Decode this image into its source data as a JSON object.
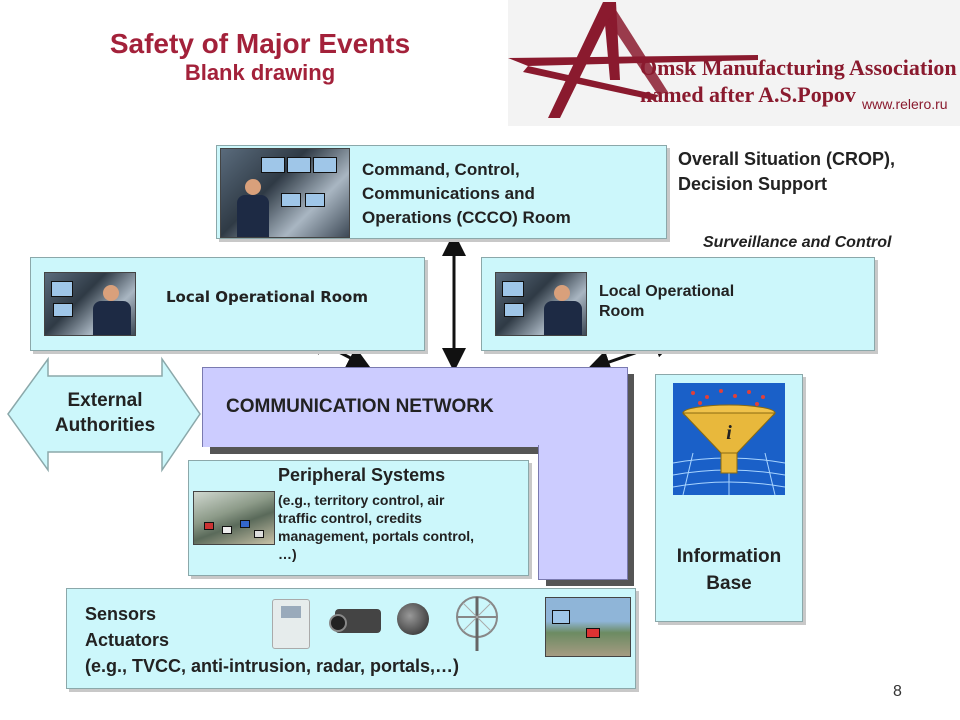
{
  "title": {
    "main": "Safety of Major Events",
    "sub": "Blank drawing"
  },
  "logo": {
    "line1": "Omsk Manufacturing Association",
    "line2": "named after A.S.Popov",
    "url": "www.relero.ru"
  },
  "ccco": {
    "label_lines": [
      "Command, Control,",
      "Communications and",
      "Operations (CCCO) Room"
    ]
  },
  "overall": {
    "line1": "Overall Situation (CROP),",
    "line2": "Decision Support"
  },
  "surveillance_label": "Surveillance and Control",
  "local_room_left": "Local Operational Room",
  "local_room_right": {
    "line1": "Local Operational",
    "line2": "Room"
  },
  "external": {
    "line1": "External",
    "line2": "Authorities"
  },
  "network_label": "COMMUNICATION NETWORK",
  "peripheral": {
    "title": "Peripheral Systems",
    "lines": [
      "(e.g., territory control, air",
      "traffic control, credits",
      "management, portals control,",
      "…)"
    ]
  },
  "information_base": {
    "line1": "Information",
    "line2": "Base"
  },
  "sensors": {
    "line1": "Sensors",
    "line2": "Actuators",
    "line3": "(e.g., TVCC, anti-intrusion, radar, portals,…)"
  },
  "page_number": "8",
  "colors": {
    "title": "#a3213a",
    "box_fill": "#ccf7fb",
    "network_fill": "#ccccff",
    "logo": "#8a1a2e"
  }
}
